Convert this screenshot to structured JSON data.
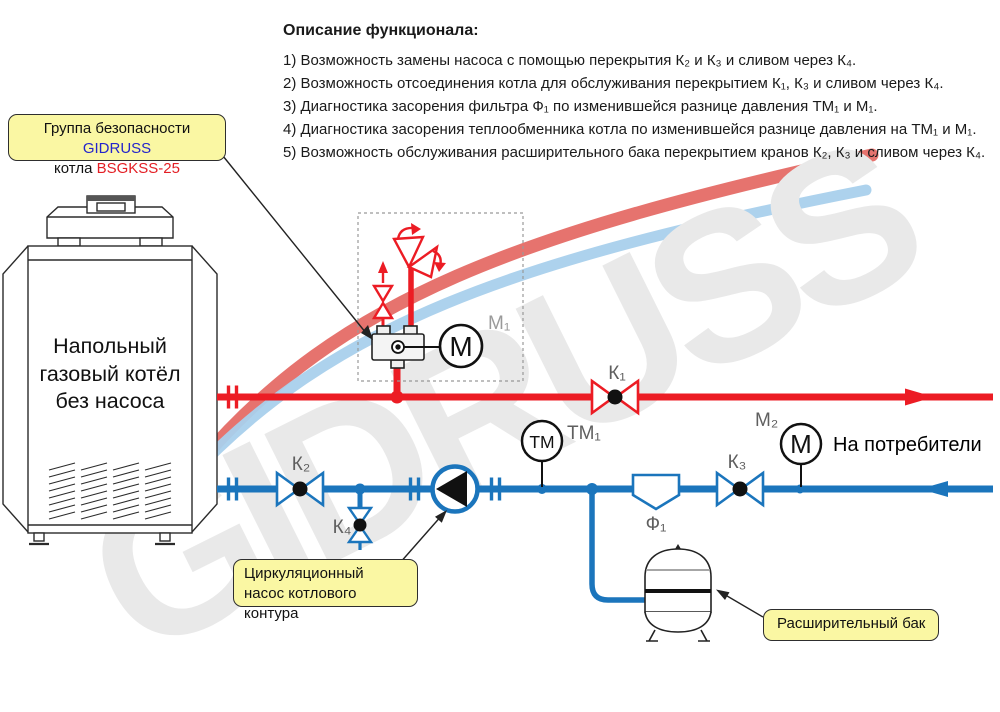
{
  "watermark": {
    "text": "GIDRUSS"
  },
  "description": {
    "title": "Описание функционала:",
    "items": [
      "1) Возможность замены насоса с помощью перекрытия К₂ и К₃ и сливом через К₄.",
      "2) Возможность отсоединения котла для обслуживания перекрытием К₁, К₃ и сливом через К₄.",
      "3) Диагностика засорения фильтра Ф₁ по изменившейся разнице давления ТМ₁ и М₁.",
      "4) Диагностика засорения теплообменника котла по изменившейся разнице давления на ТМ₁ и М₁.",
      "5) Возможность обслуживания расширительного бака перекрытием кранов К₂, К₃ и сливом через К₄."
    ]
  },
  "callouts": {
    "safety_group": {
      "text_before_brand": "Группа безопасности ",
      "brand": "GIDRUSS",
      "text_line2": "котла ",
      "model": "BSGKSS-25"
    },
    "pump": {
      "text": "Циркуляционный насос котлового контура"
    },
    "expansion_tank": {
      "text": "Расширительный бак"
    }
  },
  "boiler": {
    "line1": "Напольный",
    "line2": "газовый котёл",
    "line3": "без насоса"
  },
  "labels": {
    "k1": "К₁",
    "k2": "К₂",
    "k3": "К₃",
    "k4": "К₄",
    "f1": "Ф₁",
    "tm1": "ТМ₁",
    "m1": "М₁",
    "m2": "М₂",
    "consumers": "На потребители"
  },
  "gauges": {
    "m1_letter": "M",
    "m2_letter": "M",
    "tm_letters": "ТМ"
  },
  "colors": {
    "supply_pipe": "#ec1c24",
    "return_pipe": "#1b75bc",
    "callout_bg": "#faf7a3",
    "brand_text": "#2424cc",
    "model_text": "#e31e24",
    "watermark_gray": "#e9e9e9",
    "label_gray": "#666666"
  }
}
